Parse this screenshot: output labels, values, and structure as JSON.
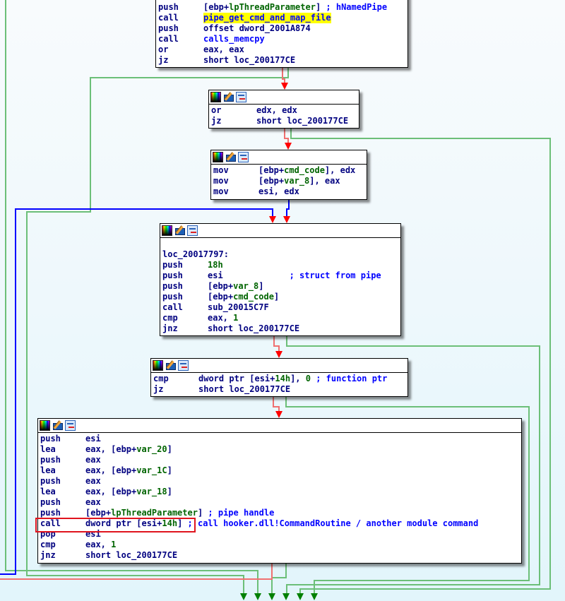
{
  "view": "IDA graph view",
  "colors": {
    "edge_true": "#6cbf78",
    "edge_false": "#f07070",
    "edge_uncond": "#0000ff",
    "arrow_green": "#008000",
    "arrow_red": "#ff0000",
    "highlight_box": "#e0141e",
    "highlight_text": "#ffff00"
  },
  "blocks": [
    {
      "id": "block-1",
      "has_header": false,
      "lines": [
        {
          "mnemonic": "push",
          "parts": [
            {
              "t": "[ebp+",
              "c": "op"
            },
            {
              "t": "lpThreadParameter",
              "c": "nm"
            },
            {
              "t": "] ",
              "c": "op"
            },
            {
              "t": "; hNamedPipe",
              "c": "cm"
            }
          ]
        },
        {
          "mnemonic": "call",
          "parts": [
            {
              "t": "pipe_get_cmd_and_map_file",
              "c": "fn hl"
            }
          ]
        },
        {
          "mnemonic": "push",
          "parts": [
            {
              "t": "offset dword_2001A874",
              "c": "op"
            }
          ]
        },
        {
          "mnemonic": "call",
          "parts": [
            {
              "t": "calls_memcpy",
              "c": "fn"
            }
          ]
        },
        {
          "mnemonic": "or",
          "parts": [
            {
              "t": "eax, eax",
              "c": "op"
            }
          ]
        },
        {
          "mnemonic": "jz",
          "parts": [
            {
              "t": "short loc_200177CE",
              "c": "op"
            }
          ]
        }
      ]
    },
    {
      "id": "block-2",
      "has_header": true,
      "lines": [
        {
          "mnemonic": "or",
          "parts": [
            {
              "t": "edx, edx",
              "c": "op"
            }
          ]
        },
        {
          "mnemonic": "jz",
          "parts": [
            {
              "t": "short loc_200177CE",
              "c": "op"
            }
          ]
        }
      ]
    },
    {
      "id": "block-3",
      "has_header": true,
      "lines": [
        {
          "mnemonic": "mov",
          "parts": [
            {
              "t": "[ebp+",
              "c": "op"
            },
            {
              "t": "cmd_code",
              "c": "nm"
            },
            {
              "t": "], edx",
              "c": "op"
            }
          ]
        },
        {
          "mnemonic": "mov",
          "parts": [
            {
              "t": "[ebp+",
              "c": "op"
            },
            {
              "t": "var_8",
              "c": "nm"
            },
            {
              "t": "], eax",
              "c": "op"
            }
          ]
        },
        {
          "mnemonic": "mov",
          "parts": [
            {
              "t": "esi, edx",
              "c": "op"
            }
          ]
        }
      ]
    },
    {
      "id": "block-4",
      "has_header": true,
      "label": "loc_20017797:",
      "lines": [
        {
          "mnemonic": "push",
          "parts": [
            {
              "t": "18h",
              "c": "nm"
            }
          ]
        },
        {
          "mnemonic": "push",
          "parts": [
            {
              "t": "esi             ",
              "c": "op"
            },
            {
              "t": "; struct from pipe",
              "c": "cm"
            }
          ]
        },
        {
          "mnemonic": "push",
          "parts": [
            {
              "t": "[ebp+",
              "c": "op"
            },
            {
              "t": "var_8",
              "c": "nm"
            },
            {
              "t": "]",
              "c": "op"
            }
          ]
        },
        {
          "mnemonic": "push",
          "parts": [
            {
              "t": "[ebp+",
              "c": "op"
            },
            {
              "t": "cmd_code",
              "c": "nm"
            },
            {
              "t": "]",
              "c": "op"
            }
          ]
        },
        {
          "mnemonic": "call",
          "parts": [
            {
              "t": "sub_20015C7F",
              "c": "op"
            }
          ]
        },
        {
          "mnemonic": "cmp",
          "parts": [
            {
              "t": "eax, ",
              "c": "op"
            },
            {
              "t": "1",
              "c": "nm"
            }
          ]
        },
        {
          "mnemonic": "jnz",
          "parts": [
            {
              "t": "short loc_200177CE",
              "c": "op"
            }
          ]
        }
      ]
    },
    {
      "id": "block-5",
      "has_header": true,
      "lines": [
        {
          "mnemonic": "cmp",
          "parts": [
            {
              "t": "dword ptr [esi+",
              "c": "op"
            },
            {
              "t": "14h",
              "c": "nm"
            },
            {
              "t": "], ",
              "c": "op"
            },
            {
              "t": "0",
              "c": "nm"
            },
            {
              "t": " ",
              "c": "op"
            },
            {
              "t": "; function ptr",
              "c": "cm"
            }
          ]
        },
        {
          "mnemonic": "jz",
          "parts": [
            {
              "t": "short loc_200177CE",
              "c": "op"
            }
          ]
        }
      ]
    },
    {
      "id": "block-6",
      "has_header": true,
      "lines": [
        {
          "mnemonic": "push",
          "parts": [
            {
              "t": "esi",
              "c": "op"
            }
          ]
        },
        {
          "mnemonic": "lea",
          "parts": [
            {
              "t": "eax, [ebp+",
              "c": "op"
            },
            {
              "t": "var_20",
              "c": "nm"
            },
            {
              "t": "]",
              "c": "op"
            }
          ]
        },
        {
          "mnemonic": "push",
          "parts": [
            {
              "t": "eax",
              "c": "op"
            }
          ]
        },
        {
          "mnemonic": "lea",
          "parts": [
            {
              "t": "eax, [ebp+",
              "c": "op"
            },
            {
              "t": "var_1C",
              "c": "nm"
            },
            {
              "t": "]",
              "c": "op"
            }
          ]
        },
        {
          "mnemonic": "push",
          "parts": [
            {
              "t": "eax",
              "c": "op"
            }
          ]
        },
        {
          "mnemonic": "lea",
          "parts": [
            {
              "t": "eax, [ebp+",
              "c": "op"
            },
            {
              "t": "var_18",
              "c": "nm"
            },
            {
              "t": "]",
              "c": "op"
            }
          ]
        },
        {
          "mnemonic": "push",
          "parts": [
            {
              "t": "eax",
              "c": "op"
            }
          ]
        },
        {
          "mnemonic": "push",
          "parts": [
            {
              "t": "[ebp+",
              "c": "op"
            },
            {
              "t": "lpThreadParameter",
              "c": "nm"
            },
            {
              "t": "] ",
              "c": "op"
            },
            {
              "t": "; pipe handle",
              "c": "cm"
            }
          ]
        },
        {
          "mnemonic": "call",
          "parts": [
            {
              "t": "dword ptr [esi+",
              "c": "op"
            },
            {
              "t": "14h",
              "c": "nm"
            },
            {
              "t": "] ",
              "c": "op"
            },
            {
              "t": "; call hooker.dll!CommandRoutine / another module command",
              "c": "cm"
            }
          ]
        },
        {
          "mnemonic": "pop",
          "parts": [
            {
              "t": "esi",
              "c": "op"
            }
          ]
        },
        {
          "mnemonic": "cmp",
          "parts": [
            {
              "t": "eax, ",
              "c": "op"
            },
            {
              "t": "1",
              "c": "nm"
            }
          ]
        },
        {
          "mnemonic": "jnz",
          "parts": [
            {
              "t": "short loc_200177CE",
              "c": "op"
            }
          ]
        }
      ]
    }
  ],
  "header_icons": [
    "color-palette-icon",
    "edit-pencil-icon",
    "graph-overview-icon"
  ],
  "annotation": {
    "highlighted_instruction": "call dword ptr [esi+14h]"
  }
}
